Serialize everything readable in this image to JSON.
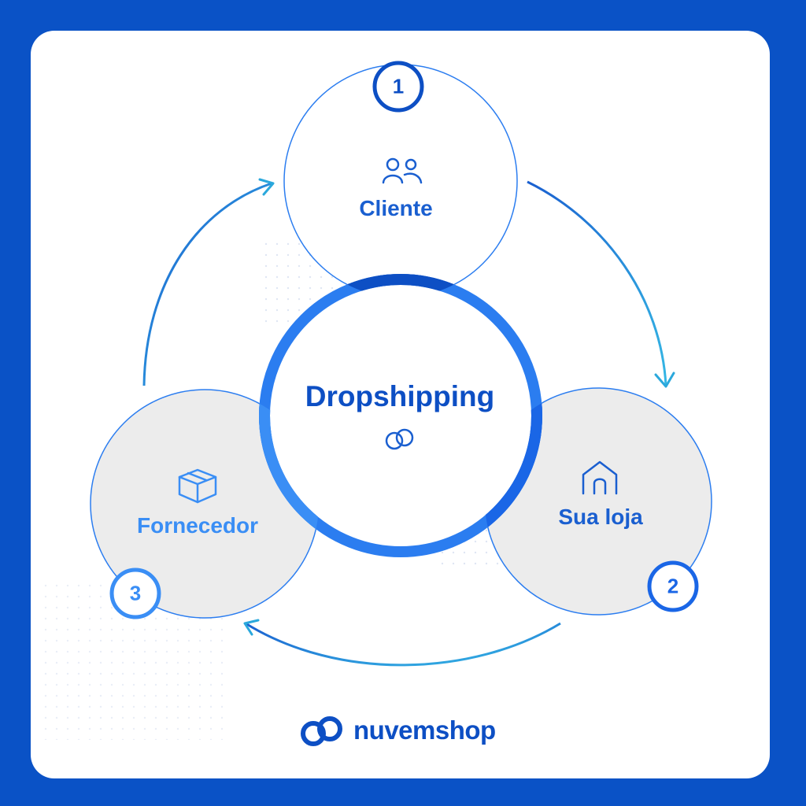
{
  "diagram": {
    "title": "Dropshipping",
    "nodes": [
      {
        "id": "cliente",
        "label": "Cliente",
        "number": "1",
        "icon": "people-icon"
      },
      {
        "id": "sua-loja",
        "label": "Sua loja",
        "number": "2",
        "icon": "home-icon"
      },
      {
        "id": "fornecedor",
        "label": "Fornecedor",
        "number": "3",
        "icon": "box-icon"
      }
    ],
    "flow": [
      "cliente",
      "sua-loja",
      "fornecedor",
      "cliente"
    ]
  },
  "brand": {
    "name": "nuvemshop",
    "logo_icon": "nuvemshop-logo-icon"
  },
  "colors": {
    "background": "#0a52c6",
    "card": "#ffffff",
    "ring": "#2b7df0",
    "dark_blue": "#0d4fc4",
    "light_blue": "#3a8ef5",
    "arrow": "#2aa8dc",
    "circle_fill_gray": "#ececec"
  }
}
